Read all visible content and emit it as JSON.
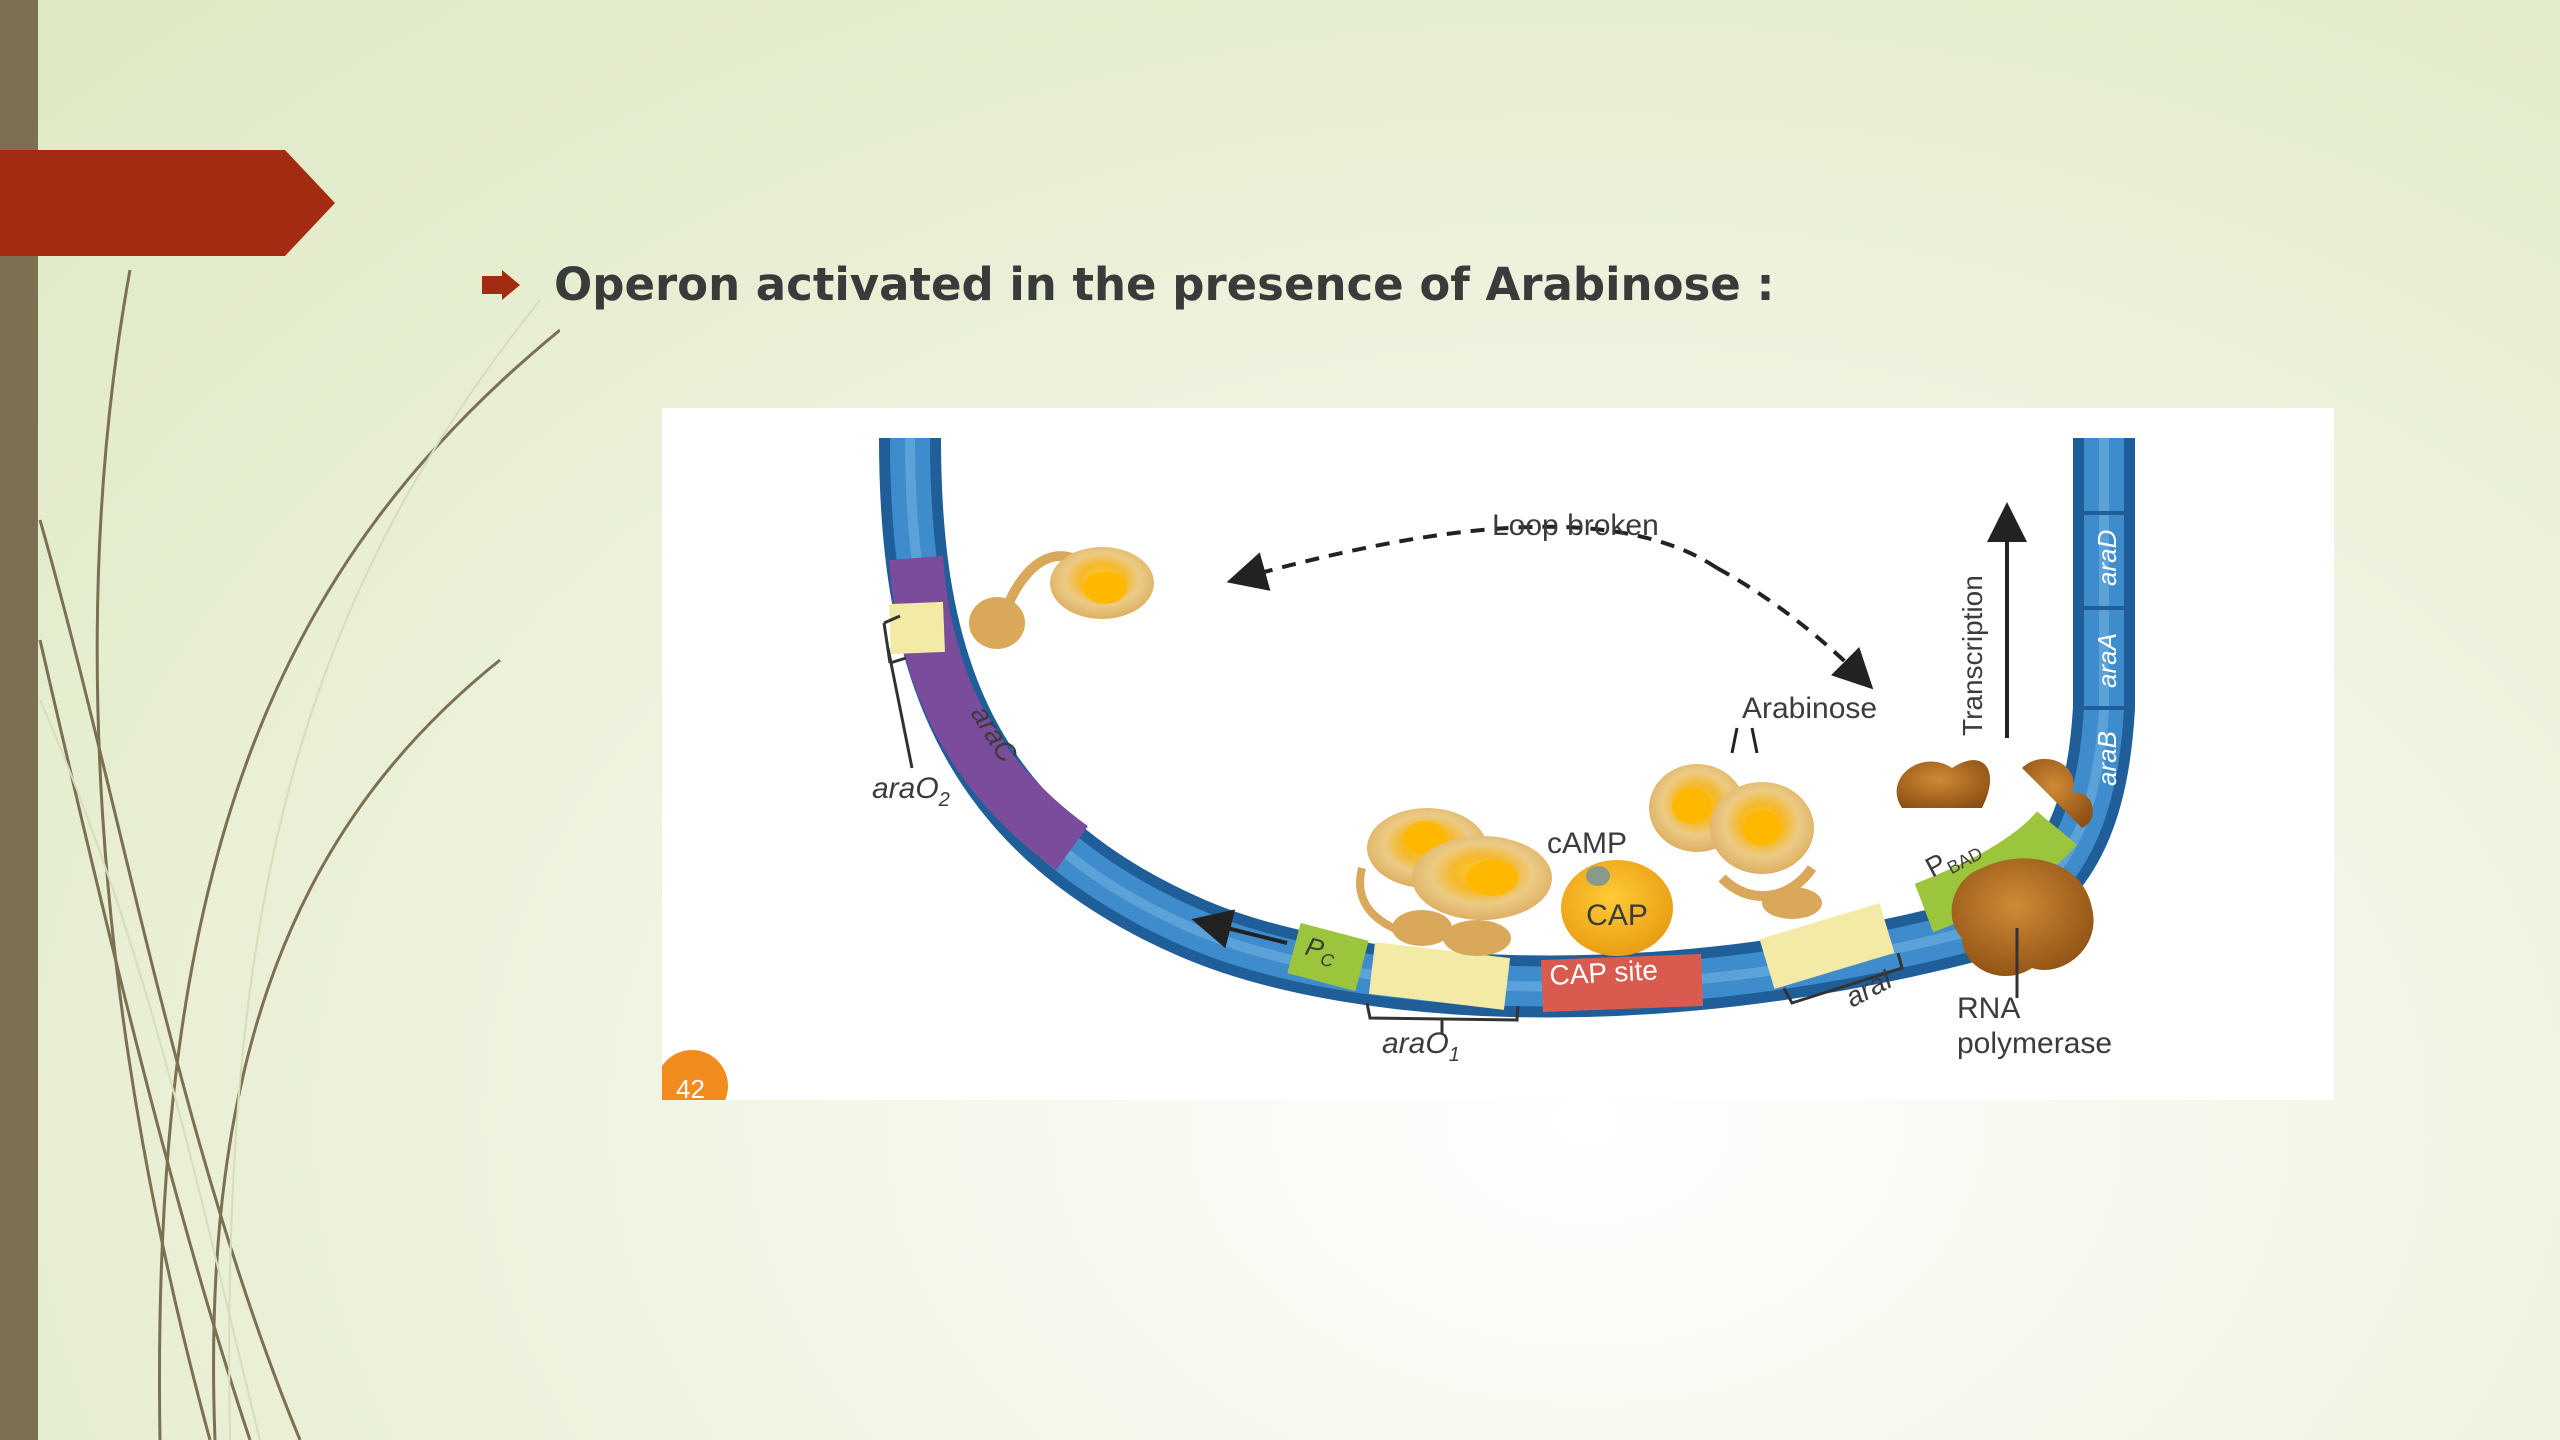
{
  "slide": {
    "bullet_text": "Operon activated in the presence of Arabinose :",
    "page_badge": "42"
  },
  "colors": {
    "accent": "#a22b12",
    "side_bar": "#7d6f52",
    "dna_blue": "#2f77b8",
    "arac_purple": "#7b4c9c",
    "promoter_green": "#9bc53d",
    "operator_yellow": "#f3eaa6",
    "cap_site_red": "#d95b4f",
    "protein_gold": "#e8c174",
    "rna_pol_brown": "#a8641a",
    "page_badge_orange": "#f28c1e"
  },
  "diagram": {
    "labels": {
      "loop_broken": "Loop broken",
      "arabinose": "Arabinose",
      "camp": "cAMP",
      "cap": "CAP",
      "cap_site": "CAP site",
      "arac": "araC",
      "arao2_main": "araO",
      "arao2_sub": "2",
      "arao1_main": "araO",
      "arao1_sub": "1",
      "pc_main": "P",
      "pc_sub": "C",
      "arai": "araI",
      "pbad_main": "P",
      "pbad_sub": "BAD",
      "arab": "araB",
      "araa": "araA",
      "arad": "araD",
      "transcription": "Transcription",
      "rna_line1": "RNA",
      "rna_line2": "polymerase"
    }
  }
}
